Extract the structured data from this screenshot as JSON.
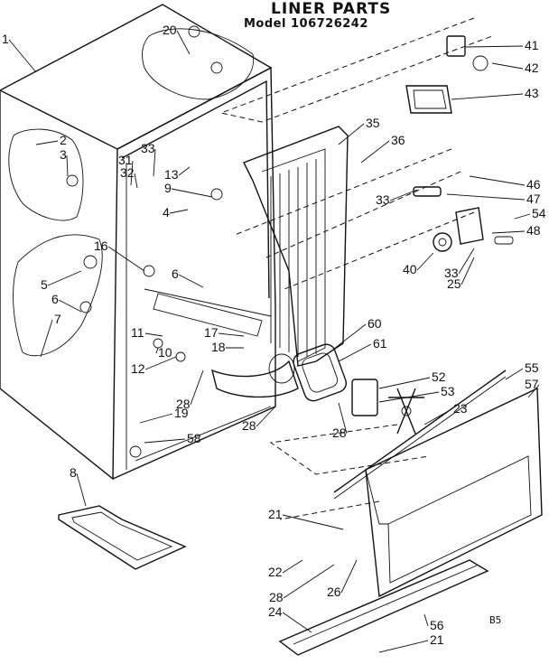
{
  "header": {
    "title": "LINER PARTS",
    "model": "Model 106726242"
  },
  "footer_code": "B5",
  "callouts": [
    "1",
    "2",
    "3",
    "4",
    "5",
    "6",
    "6",
    "7",
    "8",
    "9",
    "10",
    "11",
    "12",
    "13",
    "16",
    "17",
    "18",
    "19",
    "20",
    "21",
    "21",
    "22",
    "23",
    "24",
    "25",
    "26",
    "28",
    "28",
    "28",
    "28",
    "31",
    "32",
    "33",
    "33",
    "33",
    "35",
    "36",
    "40",
    "41",
    "42",
    "43",
    "46",
    "47",
    "48",
    "52",
    "53",
    "54",
    "55",
    "56",
    "57",
    "58",
    "60",
    "61"
  ]
}
